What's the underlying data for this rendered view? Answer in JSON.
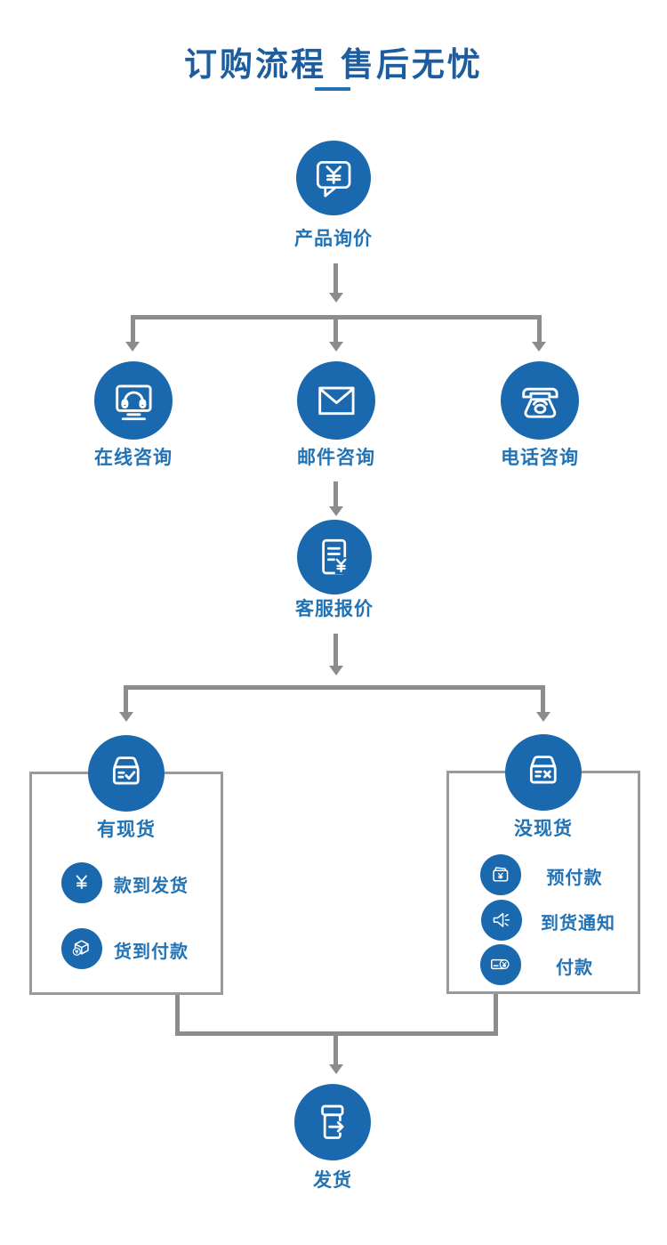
{
  "title": {
    "text": "订购流程  售后无忧"
  },
  "colors": {
    "accent_blue": "#1a69ae",
    "label_blue": "#2173b5",
    "title_blue": "#1d5c9f",
    "connector_gray": "#8c8c8c",
    "box_border_gray": "#9a9a9a",
    "background": "#ffffff"
  },
  "nodes": {
    "inquiry": {
      "label": "产品询价",
      "icon": "chat-yen-icon"
    },
    "branches": [
      {
        "label": "在线咨询",
        "icon": "online-support-icon"
      },
      {
        "label": "邮件咨询",
        "icon": "mail-icon"
      },
      {
        "label": "电话咨询",
        "icon": "phone-icon"
      }
    ],
    "quote": {
      "label": "客服报价",
      "icon": "quote-doc-icon"
    },
    "stock_yes": {
      "label": "有现货",
      "icon": "box-check-icon",
      "items": [
        {
          "label": "款到发货",
          "icon": "yen-icon"
        },
        {
          "label": "货到付款",
          "icon": "package-coin-icon"
        }
      ]
    },
    "stock_no": {
      "label": "没现货",
      "icon": "box-x-icon",
      "items": [
        {
          "label": "预付款",
          "icon": "wallet-yen-icon"
        },
        {
          "label": "到货通知",
          "icon": "speaker-icon"
        },
        {
          "label": "付款",
          "icon": "card-yen-icon"
        }
      ]
    },
    "ship": {
      "label": "发货",
      "icon": "ship-box-icon"
    }
  }
}
